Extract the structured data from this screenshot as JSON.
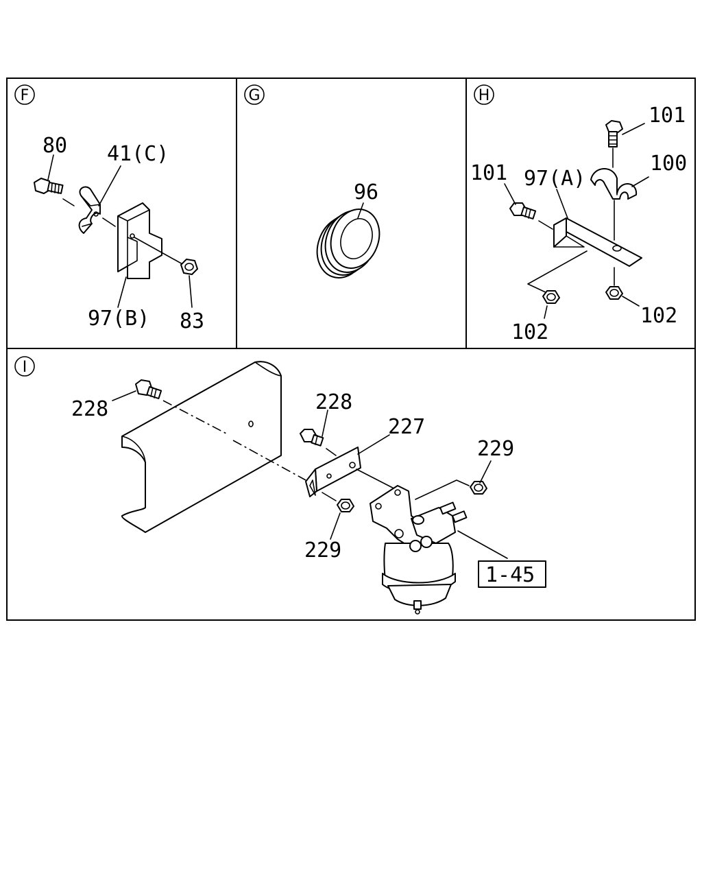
{
  "panels": {
    "f": {
      "marker": "F",
      "labels": {
        "bolt": "80",
        "clip": "41(C)",
        "bracket": "97(B)",
        "nut": "83"
      }
    },
    "g": {
      "marker": "G",
      "labels": {
        "grommet": "96"
      }
    },
    "h": {
      "marker": "H",
      "labels": {
        "bolt_top": "101",
        "bolt_left": "101",
        "bracket": "97(A)",
        "clamp": "100",
        "nut_left": "102",
        "nut_right": "102"
      }
    },
    "i": {
      "marker": "I",
      "labels": {
        "bolt_left": "228",
        "bolt_mid": "228",
        "bracket": "227",
        "nut_right": "229",
        "nut_bottom": "229",
        "ref_box": "1-45"
      }
    }
  }
}
